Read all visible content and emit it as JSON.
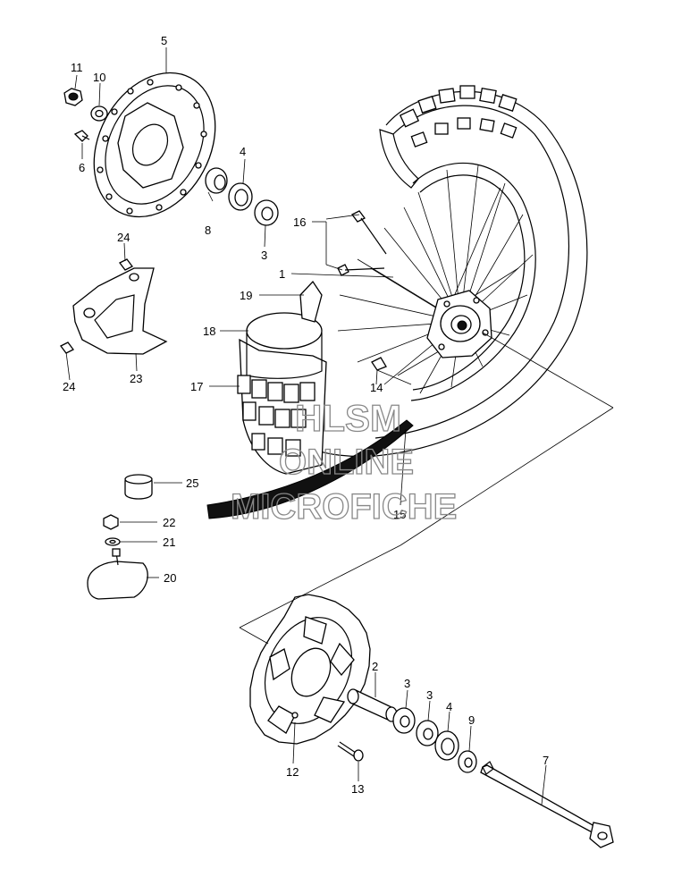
{
  "callouts": [
    {
      "id": "1",
      "text": "1"
    },
    {
      "id": "2",
      "text": "2"
    },
    {
      "id": "3a",
      "text": "3"
    },
    {
      "id": "3b",
      "text": "3"
    },
    {
      "id": "3c",
      "text": "3"
    },
    {
      "id": "4a",
      "text": "4"
    },
    {
      "id": "4b",
      "text": "4"
    },
    {
      "id": "5",
      "text": "5"
    },
    {
      "id": "6",
      "text": "6"
    },
    {
      "id": "7",
      "text": "7"
    },
    {
      "id": "8",
      "text": "8"
    },
    {
      "id": "9",
      "text": "9"
    },
    {
      "id": "10",
      "text": "10"
    },
    {
      "id": "11",
      "text": "11"
    },
    {
      "id": "12",
      "text": "12"
    },
    {
      "id": "13",
      "text": "13"
    },
    {
      "id": "14",
      "text": "14"
    },
    {
      "id": "15",
      "text": "15"
    },
    {
      "id": "16",
      "text": "16"
    },
    {
      "id": "17",
      "text": "17"
    },
    {
      "id": "18",
      "text": "18"
    },
    {
      "id": "19",
      "text": "19"
    },
    {
      "id": "20",
      "text": "20"
    },
    {
      "id": "21",
      "text": "21"
    },
    {
      "id": "22",
      "text": "22"
    },
    {
      "id": "23",
      "text": "23"
    },
    {
      "id": "24a",
      "text": "24"
    },
    {
      "id": "24b",
      "text": "24"
    },
    {
      "id": "25",
      "text": "25"
    }
  ],
  "watermark": {
    "line1": "HLSM",
    "line2": "ONLINE",
    "line3": "MICROFICHE"
  }
}
